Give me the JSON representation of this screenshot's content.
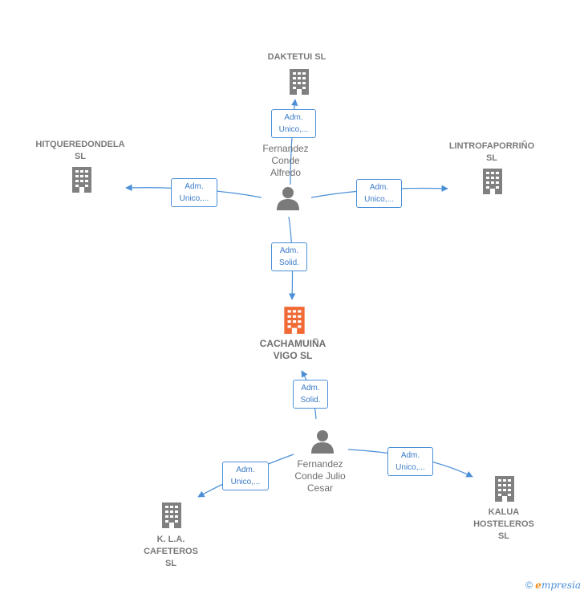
{
  "companies": {
    "daktetui": "DAKTETUI  SL",
    "hitqueredondela": "HITQUEREDONDELA\nSL",
    "lintrofaporrino": "LINTROFAPORRIÑO\nSL",
    "cachamuina": "CACHAMUIÑA\nVIGO  SL",
    "kla": "K. L.A.\nCAFETEROS\nSL",
    "kalua": "KALUA\nHOSTELEROS\nSL"
  },
  "people": {
    "alfredo": "Fernandez\nConde\nAlfredo",
    "julio": "Fernandez\nConde Julio\nCesar"
  },
  "roles": {
    "adm_unico": "Adm.\nUnico,...",
    "adm_solid": "Adm.\nSolid."
  },
  "footer": {
    "copyright": "©",
    "brand_first": "e",
    "brand_rest": "mpresia"
  },
  "colors": {
    "edge": "#4a8fd8",
    "company_icon": "#808080",
    "main_company_icon": "#f06a35",
    "person_icon": "#7a7a7a"
  },
  "icons": {
    "company": "building-icon",
    "person": "person-icon"
  }
}
